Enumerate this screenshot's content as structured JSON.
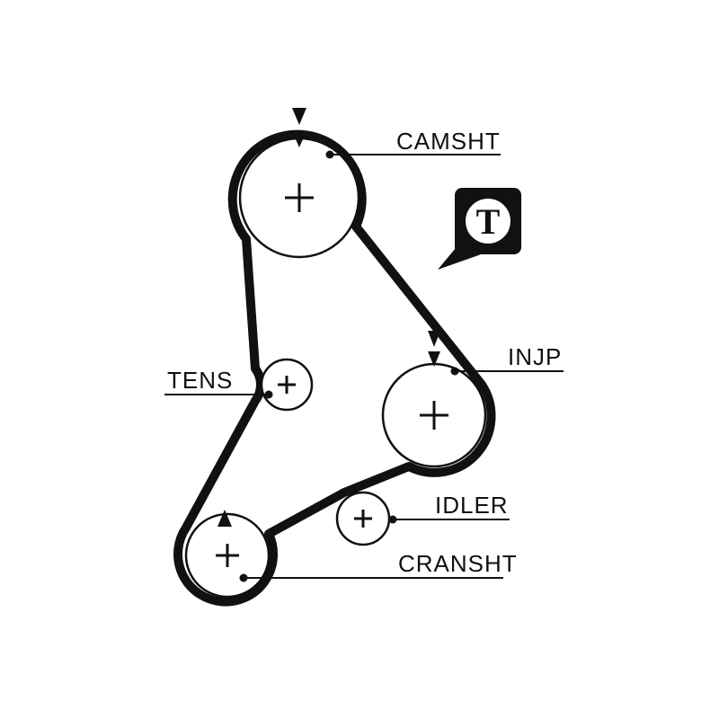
{
  "diagram": {
    "type": "timing-belt-routing-diagram",
    "background_color": "#ffffff",
    "line_color": "#111111",
    "pulleys": [
      {
        "id": "camshaft",
        "label": "CAMSHT"
      },
      {
        "id": "tensioner",
        "label": "TENS"
      },
      {
        "id": "injection-pump",
        "label": "INJP"
      },
      {
        "id": "idler",
        "label": "IDLER"
      },
      {
        "id": "crankshaft",
        "label": "CRANSHT"
      }
    ],
    "badge": {
      "letter": "T"
    }
  }
}
